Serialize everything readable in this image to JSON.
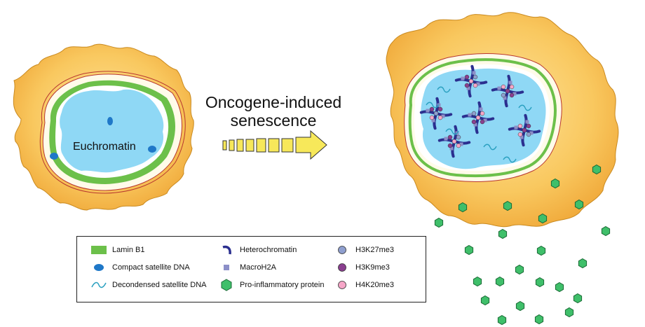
{
  "arrow_label": {
    "line1": "Oncogene-induced",
    "line2": "senescence"
  },
  "left_cell": {
    "nucleus_label": "Euchromatin"
  },
  "legend": {
    "items": [
      {
        "label": "Lamin B1",
        "icon": "lamin-b1-icon",
        "color": "#6cc04a"
      },
      {
        "label": "Compact satellite DNA",
        "icon": "compact-satellite-dna-icon",
        "color": "#1f78c8"
      },
      {
        "label": "Decondensed satellite DNA",
        "icon": "decondensed-satellite-dna-icon",
        "color": "#2aa0c0"
      },
      {
        "label": "Heterochromatin",
        "icon": "heterochromatin-icon",
        "color": "#2b2f8f"
      },
      {
        "label": "MacroH2A",
        "icon": "macroh2a-icon",
        "color": "#8c8fc8"
      },
      {
        "label": "Pro-inflammatory protein",
        "icon": "pro-inflammatory-protein-icon",
        "color": "#3fbf6a"
      },
      {
        "label": "H3K27me3",
        "icon": "h3k27me3-icon",
        "color": "#8f9fcf"
      },
      {
        "label": "H3K9me3",
        "icon": "h3k9me3-icon",
        "color": "#8a3f8f"
      },
      {
        "label": "H4K20me3",
        "icon": "h4k20me3-icon",
        "color": "#f6a6c8"
      }
    ]
  },
  "colors": {
    "cytoplasm": "#f8c154",
    "cytoplasm_edge": "#d99a2b",
    "nucleoplasm": "#8fd8f5",
    "lamin": "#6cc04a",
    "arrow_fill": "#f7e85a"
  }
}
